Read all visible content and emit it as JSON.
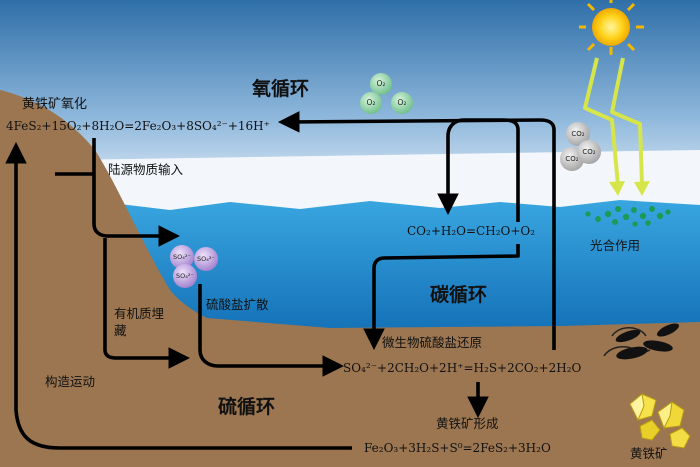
{
  "cycles": {
    "oxygen": "氧循环",
    "carbon": "碳循环",
    "sulfur": "硫循环"
  },
  "labels": {
    "pyrite_oxidation": "黄铁矿氧化",
    "terrestrial_input": "陆源物质输入",
    "organic_burial": "有机质埋藏",
    "sulfate_diffusion": "硫酸盐扩散",
    "tectonic_movement": "构造运动",
    "photosynthesis": "光合作用",
    "microbial_sulfate_reduction": "微生物硫酸盐还原",
    "pyrite_formation": "黄铁矿形成",
    "pyrite": "黄铁矿"
  },
  "equations": {
    "pyrite_oxidation": "4FeS₂+15O₂+8H₂O=2Fe₂O₃+8SO₄²⁻+16H⁺",
    "photosynthesis": "CO₂+H₂O=CH₂O+O₂",
    "sulfate_reduction": "SO₄²⁻+2CH₂O+2H⁺=H₂S+2CO₂+2H₂O",
    "pyrite_formation": "Fe₂O₃+3H₂S+S⁰=2FeS₂+3H₂O"
  },
  "molecules": {
    "oxygen": [
      "O₂",
      "O₂",
      "O₂"
    ],
    "carbon_dioxide": [
      "CO₂",
      "CO₂",
      "CO₂"
    ],
    "sulfate": [
      "SO₄²⁻",
      "SO₄²⁻",
      "SO₄²⁻"
    ]
  },
  "colors": {
    "sky": "#3f7fb5",
    "sea": "#1f8fd0",
    "sediment": "#9b7651",
    "land": "#9b7651",
    "arrows": "#000000",
    "oxygen_bubble": "#6fc08c",
    "co2_bubble": "#9a9a9a",
    "sulfate_bubble": "#9a72c8",
    "sun": "#f5c400",
    "sun_rays": "#d9e84a",
    "algae": "#1c9a5a",
    "pyrite_crystals": "#f0dc3c"
  },
  "icons": [
    "sun-icon",
    "algae-dots",
    "bacteria-icon",
    "pyrite-crystal-icon"
  ]
}
